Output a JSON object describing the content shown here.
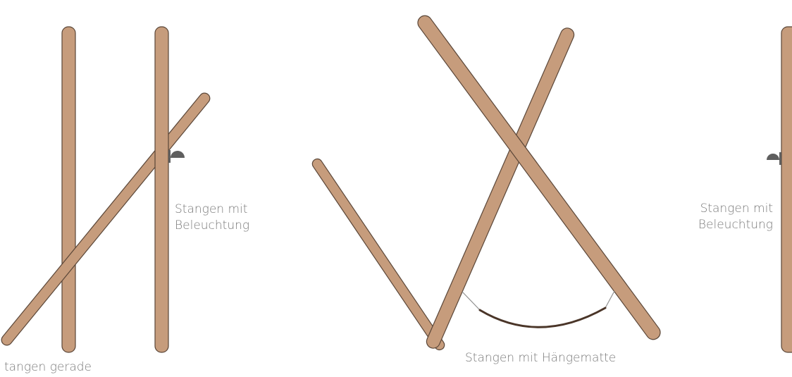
{
  "labels": {
    "left_cropped": "tangen gerade",
    "lighting_left_line1": "Stangen mit",
    "lighting_left_line2": "Beleuchtung",
    "hammock": "Stangen mit Hängematte",
    "lighting_right_line1": "Stangen mit",
    "lighting_right_line2": "Beleuchtung"
  },
  "colors": {
    "pole_fill": "#c69c7c",
    "pole_outline": "#5a4638",
    "lamp": "#5f5f5f",
    "hammock": "#4a3528",
    "rope": "#8f8f8f",
    "label_text": "#7a7a7a"
  }
}
